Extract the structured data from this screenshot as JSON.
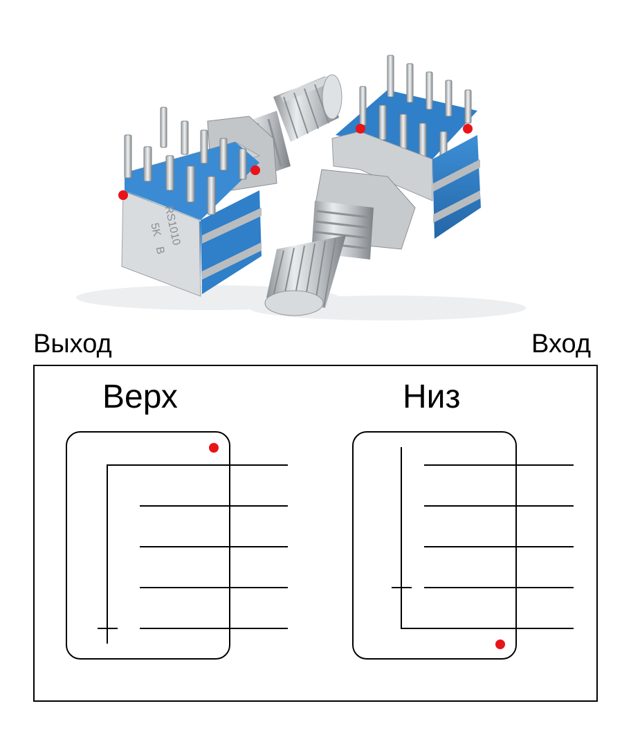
{
  "labels": {
    "output": "Выход",
    "input": "Вход"
  },
  "decks": {
    "top": "Верх",
    "bottom": "Низ"
  },
  "colors": {
    "marker": "#e8141a",
    "knob_blue": "#2f7fc9",
    "metal": "#b8bcc0",
    "line": "#000000"
  },
  "photo": {
    "left_pot_markings": [
      "RS1010",
      "5K",
      "B"
    ]
  }
}
